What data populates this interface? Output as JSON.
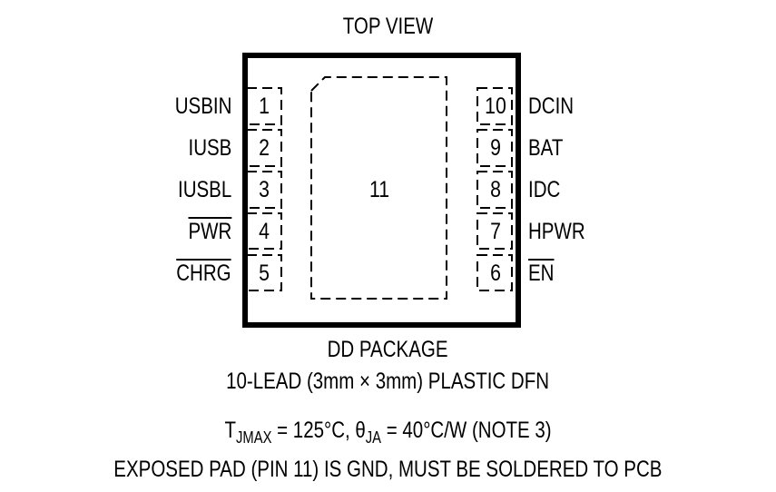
{
  "title": "TOP VIEW",
  "package": {
    "exposed_pad_number": "11",
    "left_pins": [
      {
        "number": "1",
        "label": "USBIN",
        "overline": false
      },
      {
        "number": "2",
        "label": "IUSB",
        "overline": false
      },
      {
        "number": "3",
        "label": "IUSBL",
        "overline": false
      },
      {
        "number": "4",
        "label": "PWR",
        "overline": true
      },
      {
        "number": "5",
        "label": "CHRG",
        "overline": true
      }
    ],
    "right_pins": [
      {
        "number": "10",
        "label": "DCIN",
        "overline": false
      },
      {
        "number": "9",
        "label": "BAT",
        "overline": false
      },
      {
        "number": "8",
        "label": "IDC",
        "overline": false
      },
      {
        "number": "7",
        "label": "HPWR",
        "overline": false
      },
      {
        "number": "6",
        "label": "EN",
        "overline": true
      }
    ]
  },
  "caption": {
    "line1": "DD PACKAGE",
    "line2": "10-LEAD (3mm × 3mm) PLASTIC DFN",
    "thermal": {
      "t_symbol": "T",
      "t_sub": "JMAX",
      "t_value": " = 125°C, ",
      "theta_symbol": "θ",
      "theta_sub": "JA",
      "theta_value": " = 40°C/W (NOTE 3)"
    },
    "line4": "EXPOSED PAD (PIN 11) IS GND, MUST BE SOLDERED TO PCB"
  }
}
